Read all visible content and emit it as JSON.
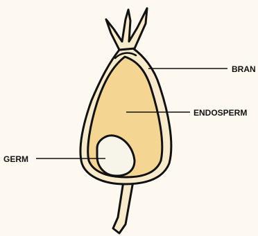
{
  "diagram": {
    "labels": {
      "bran": "BRAN",
      "endosperm": "ENDOSPERM",
      "germ": "GERM"
    },
    "colors": {
      "background": "#FDF9F0",
      "bran": "#F8EBCB",
      "endosperm": "#F4D592",
      "germ": "#F7F4EA",
      "outline": "#111111"
    }
  }
}
